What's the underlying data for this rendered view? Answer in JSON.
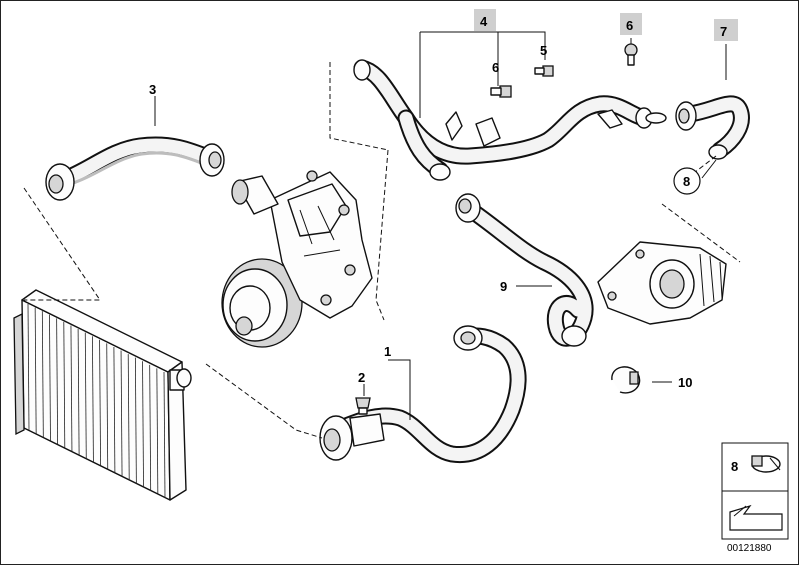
{
  "diagram": {
    "callouts": {
      "c1": "1",
      "c2": "2",
      "c3": "3",
      "c4": "4",
      "c5": "5",
      "c6a": "6",
      "c6b": "6",
      "c7": "7",
      "c8": "8",
      "c9": "9",
      "c10": "10"
    },
    "legend": {
      "number": "8"
    },
    "doc_number": "00121880",
    "highlighted_callouts": [
      "4",
      "6",
      "7"
    ],
    "highlight_color": "#cfcfcf"
  }
}
